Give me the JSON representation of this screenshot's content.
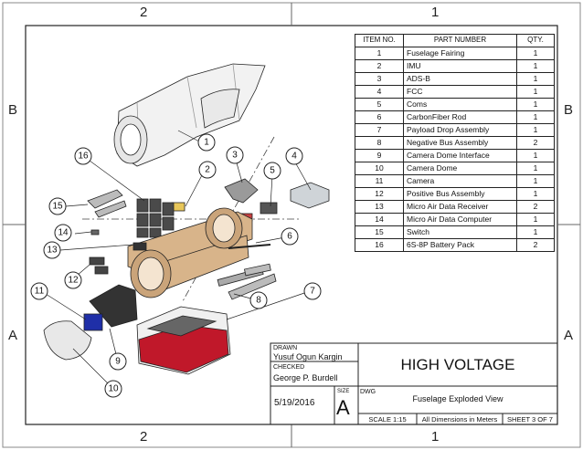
{
  "zones": {
    "top": [
      "2",
      "1"
    ],
    "bottom": [
      "2",
      "1"
    ],
    "left": [
      "B",
      "A"
    ],
    "right": [
      "B",
      "A"
    ]
  },
  "bom": {
    "headers": [
      "ITEM NO.",
      "PART NUMBER",
      "QTY."
    ],
    "rows": [
      {
        "item": "1",
        "part": "Fuselage Fairing",
        "qty": "1"
      },
      {
        "item": "2",
        "part": "IMU",
        "qty": "1"
      },
      {
        "item": "3",
        "part": "ADS-B",
        "qty": "1"
      },
      {
        "item": "4",
        "part": "FCC",
        "qty": "1"
      },
      {
        "item": "5",
        "part": "Coms",
        "qty": "1"
      },
      {
        "item": "6",
        "part": "CarbonFiber Rod",
        "qty": "1"
      },
      {
        "item": "7",
        "part": "Payload Drop Assembly",
        "qty": "1"
      },
      {
        "item": "8",
        "part": "Negative Bus Assembly",
        "qty": "2"
      },
      {
        "item": "9",
        "part": "Camera Dome Interface",
        "qty": "1"
      },
      {
        "item": "10",
        "part": "Camera Dome",
        "qty": "1"
      },
      {
        "item": "11",
        "part": "Camera",
        "qty": "1"
      },
      {
        "item": "12",
        "part": "Positive Bus Assembly",
        "qty": "1"
      },
      {
        "item": "13",
        "part": "Micro Air Data Receiver",
        "qty": "2"
      },
      {
        "item": "14",
        "part": "Micro Air Data Computer",
        "qty": "1"
      },
      {
        "item": "15",
        "part": "Switch",
        "qty": "1"
      },
      {
        "item": "16",
        "part": "6S-8P Battery Pack",
        "qty": "2"
      }
    ]
  },
  "title_block": {
    "drawn_label": "DRAWN",
    "drawn_by": "Yusuf Ogun Kargin",
    "checked_label": "CHECKED",
    "checked_by": "George P. Burdell",
    "date": "5/19/2016",
    "size_label": "SIZE",
    "size": "A",
    "dwg_label": "DWG",
    "title": "HIGH VOLTAGE",
    "drawing_name": "Fuselage Exploded View",
    "scale": "SCALE 1:15",
    "units": "All Dimensions in Meters",
    "sheet": "SHEET 3 OF 7"
  },
  "callouts": [
    "1",
    "2",
    "3",
    "4",
    "5",
    "6",
    "7",
    "8",
    "9",
    "10",
    "11",
    "12",
    "13",
    "14",
    "15",
    "16"
  ],
  "colors": {
    "battery_red": "#c0182a",
    "camera_blue": "#1f2fa8",
    "wood": "#d8b48a",
    "line": "#222222"
  }
}
